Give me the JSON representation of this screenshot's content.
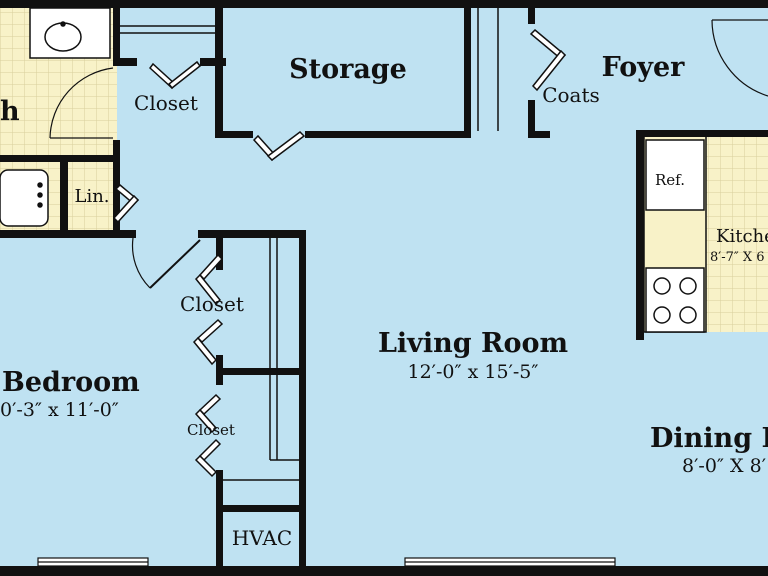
{
  "rooms": {
    "storage": {
      "name": "Storage"
    },
    "foyer": {
      "name": "Foyer"
    },
    "coats": {
      "name": "Coats"
    },
    "closet_top": {
      "name": "Closet"
    },
    "bath": {
      "name": "h"
    },
    "linen": {
      "name": "Lin."
    },
    "refrigerator": {
      "name": "Ref."
    },
    "kitchen": {
      "name": "Kitche",
      "dimensions": "8′-7″ X 6"
    },
    "closet_mid": {
      "name": "Closet"
    },
    "closet_low": {
      "name": "Closet"
    },
    "living_room": {
      "name": "Living Room",
      "dimensions": "12′-0″ x 15′-5″"
    },
    "bedroom": {
      "name": "Bedroom",
      "dimensions": "0′-3″ x 11′-0″"
    },
    "dining": {
      "name": "Dining R",
      "dimensions": "8′-0″ X 8′"
    },
    "hvac": {
      "name": "HVAC"
    }
  },
  "colors": {
    "room_fill": "#bfe2f2",
    "wall": "#111111",
    "tile_fill": "#f8f2c8",
    "tile_grid": "#d8cf9c"
  }
}
